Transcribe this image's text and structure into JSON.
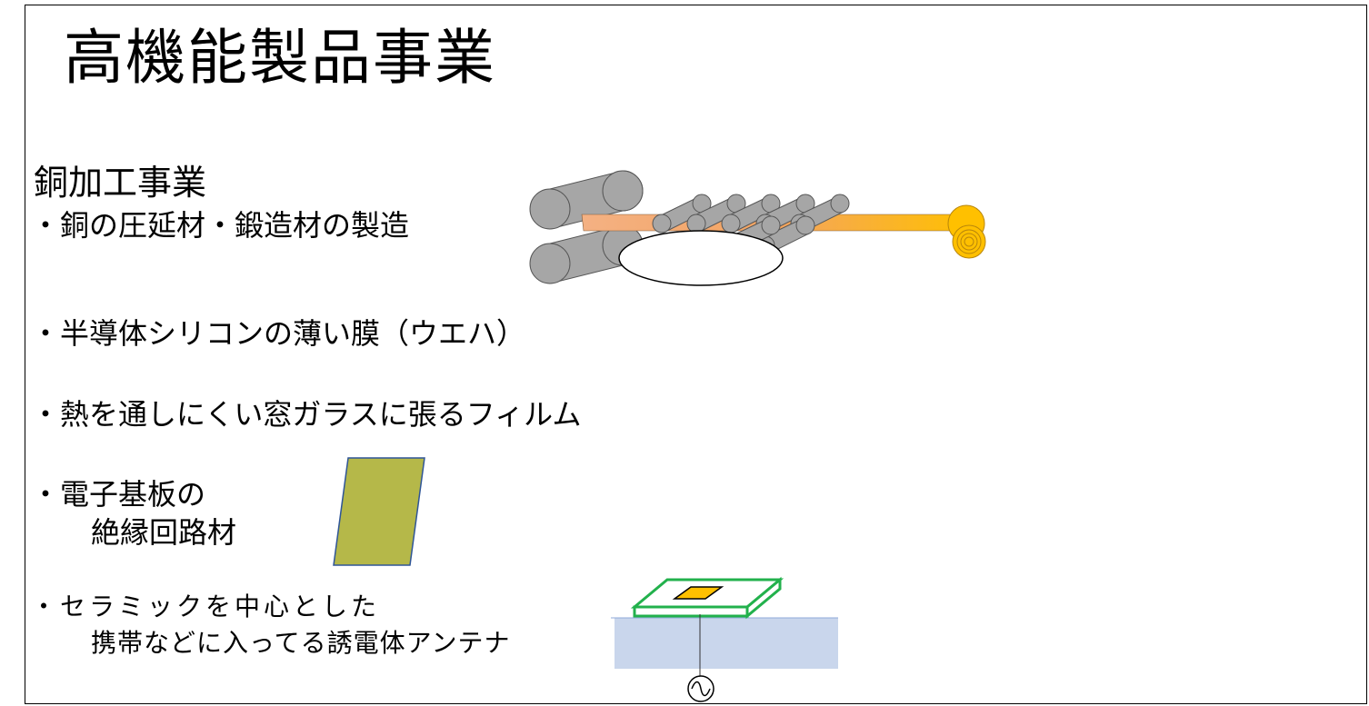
{
  "title": "高機能製品事業",
  "section": "銅加工事業",
  "items": {
    "rolling": "・銅の圧延材・鍛造材の製造",
    "wafer": "・半導体シリコンの薄い膜（ウエハ）",
    "film": "・熱を通しにくい窓ガラスに張るフィルム",
    "board_line1": "・電子基板の",
    "board_line2": "絶縁回路材",
    "ceramic_line1": "・セラミックを中心とした",
    "ceramic_line2": "携帯などに入ってる誘電体アンテナ"
  },
  "colors": {
    "roller": "#a6a6a6",
    "roller_stroke": "#555555",
    "copper": "#f4b183",
    "foil": "#ffc000",
    "board": "#b5b849",
    "board_stroke": "#2f5597",
    "antenna_frame": "#22b14c",
    "antenna_patch": "#ffc000",
    "ground_plane": "#c9d6ec"
  },
  "icons": {
    "rolling_mill": "rolling-mill-illustration",
    "circuit_board": "circuit-board-parallelogram",
    "antenna": "patch-antenna-illustration",
    "ac_source": "ac-source-icon"
  }
}
